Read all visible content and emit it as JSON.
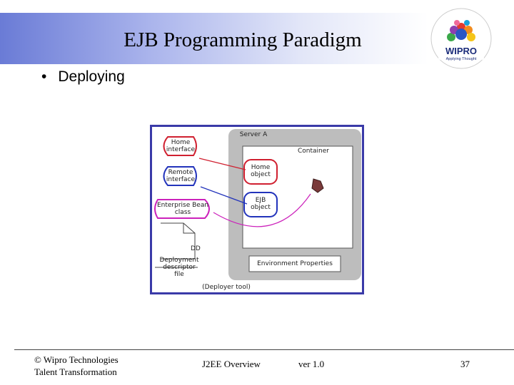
{
  "slide": {
    "title": "EJB Programming Paradigm",
    "bullet": "Deploying"
  },
  "logo": {
    "name": "WIPRO",
    "tagline": "Applying Thought"
  },
  "diagram": {
    "server": "Server A",
    "container": "Container",
    "home_interface": [
      "Home",
      "interface"
    ],
    "remote_interface": [
      "Remote",
      "interface"
    ],
    "enterprise_bean_class": [
      "Enterprise Bean",
      "class"
    ],
    "home_object": [
      "Home",
      "object"
    ],
    "ejb_object": [
      "EJB",
      "object"
    ],
    "dd_tag": "DD",
    "deployment_descriptor": [
      "Deployment",
      "descriptor",
      "file"
    ],
    "environment_properties": "Environment Properties",
    "deployer_tool": "(Deployer tool)"
  },
  "footer": {
    "copyright": "© Wipro Technologies",
    "subtitle": "Talent Transformation",
    "course": "J2EE Overview",
    "version": "ver 1.0",
    "page": "37"
  },
  "colors": {
    "title_band": "#6a7bd6",
    "diagram_border": "#3a3aa8",
    "home_red": "#d02030",
    "remote_blue": "#2233bb",
    "bean_magenta": "#cc22bb",
    "server_gray": "#bdbdbd"
  }
}
